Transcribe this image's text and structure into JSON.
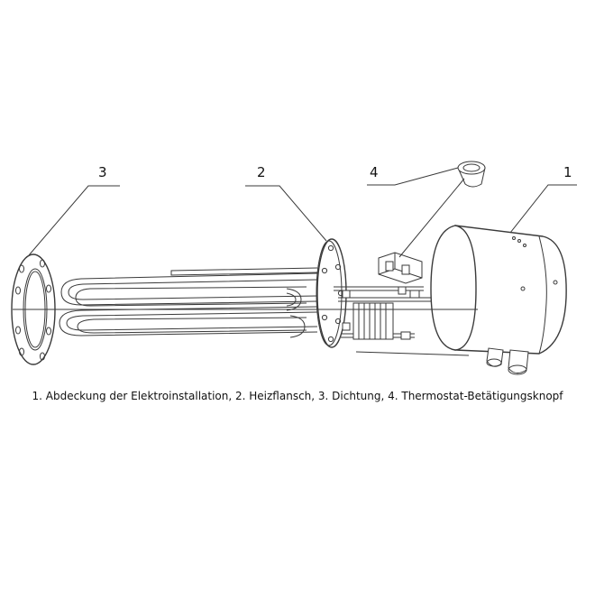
{
  "callouts": {
    "label_1": "1",
    "label_2": "2",
    "label_3": "3",
    "label_4": "4"
  },
  "caption": "1. Abdeckung der Elektroinstallation, 2. Heizflansch, 3. Dichtung, 4. Thermostat-Betätigungsknopf"
}
